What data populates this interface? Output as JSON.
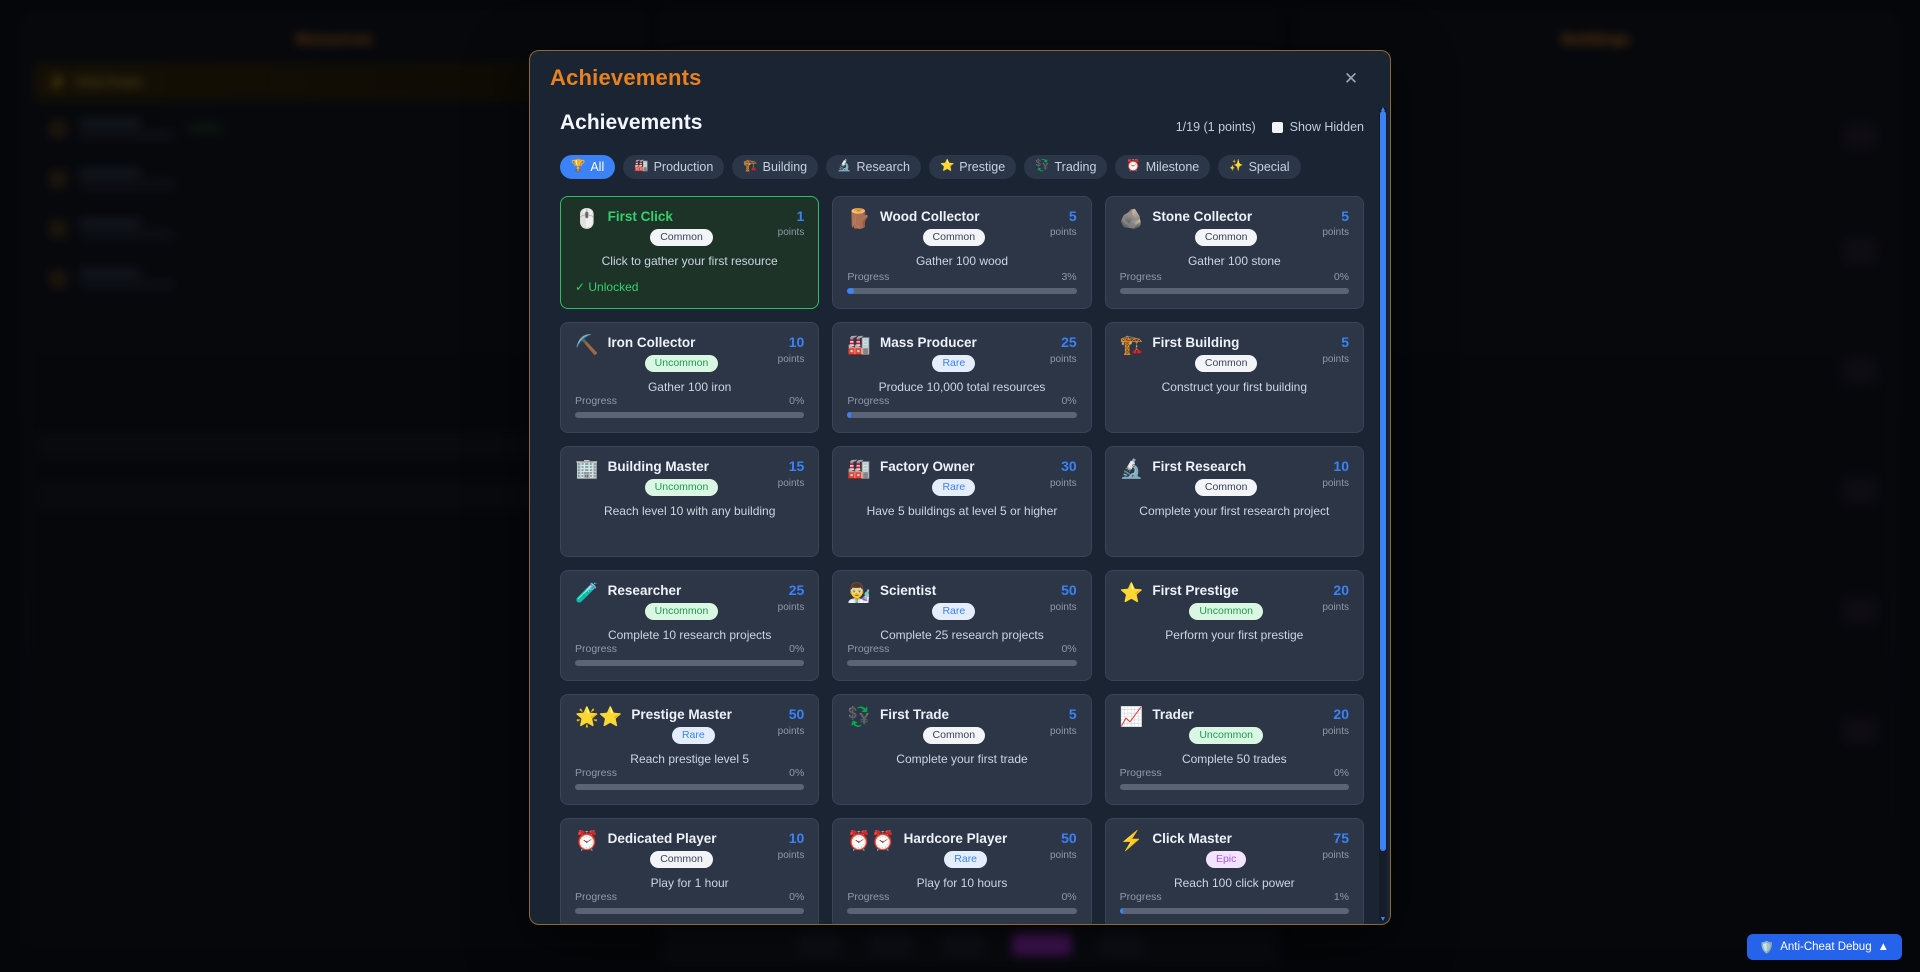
{
  "background": {
    "panels": [
      {
        "title": "Resources",
        "click_power_label": "Click Power"
      },
      {
        "title": ""
      },
      {
        "title": "Buildings"
      }
    ],
    "resources": [
      "Wood",
      "Stone",
      "Iron",
      "Copper"
    ]
  },
  "modal": {
    "title": "Achievements",
    "close_icon": "close-icon",
    "section_title": "Achievements",
    "stats_text": "1/19 (1 points)",
    "show_hidden_label": "Show Hidden",
    "show_hidden_checked": false
  },
  "filters": [
    {
      "id": "all",
      "label": "All",
      "icon": "🏆",
      "active": true
    },
    {
      "id": "production",
      "label": "Production",
      "icon": "🏭",
      "active": false
    },
    {
      "id": "building",
      "label": "Building",
      "icon": "🏗️",
      "active": false
    },
    {
      "id": "research",
      "label": "Research",
      "icon": "🔬",
      "active": false
    },
    {
      "id": "prestige",
      "label": "Prestige",
      "icon": "⭐",
      "active": false
    },
    {
      "id": "trading",
      "label": "Trading",
      "icon": "💱",
      "active": false
    },
    {
      "id": "milestone",
      "label": "Milestone",
      "icon": "⏰",
      "active": false
    },
    {
      "id": "special",
      "label": "Special",
      "icon": "✨",
      "active": false
    }
  ],
  "achievements": [
    {
      "name": "First Click",
      "icon": "🖱️",
      "rarity": "Common",
      "rarity_class": "r-common",
      "points": "1",
      "points_label": "points",
      "desc": "Click to gather your first resource",
      "unlocked": true,
      "unlocked_label": "✓ Unlocked",
      "has_progress": false
    },
    {
      "name": "Wood Collector",
      "icon": "🪵",
      "rarity": "Common",
      "rarity_class": "r-common",
      "points": "5",
      "points_label": "points",
      "desc": "Gather 100 wood",
      "unlocked": false,
      "has_progress": true,
      "progress_label": "Progress",
      "progress_pct": "3%",
      "progress_value": 3
    },
    {
      "name": "Stone Collector",
      "icon": "🪨",
      "rarity": "Common",
      "rarity_class": "r-common",
      "points": "5",
      "points_label": "points",
      "desc": "Gather 100 stone",
      "unlocked": false,
      "has_progress": true,
      "progress_label": "Progress",
      "progress_pct": "0%",
      "progress_value": 0
    },
    {
      "name": "Iron Collector",
      "icon": "⛏️",
      "rarity": "Uncommon",
      "rarity_class": "r-uncommon",
      "points": "10",
      "points_label": "points",
      "desc": "Gather 100 iron",
      "unlocked": false,
      "has_progress": true,
      "progress_label": "Progress",
      "progress_pct": "0%",
      "progress_value": 0
    },
    {
      "name": "Mass Producer",
      "icon": "🏭",
      "rarity": "Rare",
      "rarity_class": "r-rare",
      "points": "25",
      "points_label": "points",
      "desc": "Produce 10,000 total resources",
      "unlocked": false,
      "has_progress": true,
      "progress_label": "Progress",
      "progress_pct": "0%",
      "progress_value": 1
    },
    {
      "name": "First Building",
      "icon": "🏗️",
      "rarity": "Common",
      "rarity_class": "r-common",
      "points": "5",
      "points_label": "points",
      "desc": "Construct your first building",
      "unlocked": false,
      "has_progress": false
    },
    {
      "name": "Building Master",
      "icon": "🏢",
      "rarity": "Uncommon",
      "rarity_class": "r-uncommon",
      "points": "15",
      "points_label": "points",
      "desc": "Reach level 10 with any building",
      "unlocked": false,
      "has_progress": false
    },
    {
      "name": "Factory Owner",
      "icon": "🏭",
      "rarity": "Rare",
      "rarity_class": "r-rare",
      "points": "30",
      "points_label": "points",
      "desc": "Have 5 buildings at level 5 or higher",
      "unlocked": false,
      "has_progress": false
    },
    {
      "name": "First Research",
      "icon": "🔬",
      "rarity": "Common",
      "rarity_class": "r-common",
      "points": "10",
      "points_label": "points",
      "desc": "Complete your first research project",
      "unlocked": false,
      "has_progress": false
    },
    {
      "name": "Researcher",
      "icon": "🧪",
      "rarity": "Uncommon",
      "rarity_class": "r-uncommon",
      "points": "25",
      "points_label": "points",
      "desc": "Complete 10 research projects",
      "unlocked": false,
      "has_progress": true,
      "progress_label": "Progress",
      "progress_pct": "0%",
      "progress_value": 0
    },
    {
      "name": "Scientist",
      "icon": "👨‍🔬",
      "rarity": "Rare",
      "rarity_class": "r-rare",
      "points": "50",
      "points_label": "points",
      "desc": "Complete 25 research projects",
      "unlocked": false,
      "has_progress": true,
      "progress_label": "Progress",
      "progress_pct": "0%",
      "progress_value": 0
    },
    {
      "name": "First Prestige",
      "icon": "⭐",
      "rarity": "Uncommon",
      "rarity_class": "r-uncommon",
      "points": "20",
      "points_label": "points",
      "desc": "Perform your first prestige",
      "unlocked": false,
      "has_progress": false
    },
    {
      "name": "Prestige Master",
      "icon": "🌟⭐",
      "rarity": "Rare",
      "rarity_class": "r-rare",
      "points": "50",
      "points_label": "points",
      "desc": "Reach prestige level 5",
      "unlocked": false,
      "has_progress": true,
      "progress_label": "Progress",
      "progress_pct": "0%",
      "progress_value": 0
    },
    {
      "name": "First Trade",
      "icon": "💱",
      "rarity": "Common",
      "rarity_class": "r-common",
      "points": "5",
      "points_label": "points",
      "desc": "Complete your first trade",
      "unlocked": false,
      "has_progress": false
    },
    {
      "name": "Trader",
      "icon": "📈",
      "rarity": "Uncommon",
      "rarity_class": "r-uncommon",
      "points": "20",
      "points_label": "points",
      "desc": "Complete 50 trades",
      "unlocked": false,
      "has_progress": true,
      "progress_label": "Progress",
      "progress_pct": "0%",
      "progress_value": 0
    },
    {
      "name": "Dedicated Player",
      "icon": "⏰",
      "rarity": "Common",
      "rarity_class": "r-common",
      "points": "10",
      "points_label": "points",
      "desc": "Play for 1 hour",
      "unlocked": false,
      "has_progress": true,
      "progress_label": "Progress",
      "progress_pct": "0%",
      "progress_value": 0
    },
    {
      "name": "Hardcore Player",
      "icon": "⏰⏰",
      "rarity": "Rare",
      "rarity_class": "r-rare",
      "points": "50",
      "points_label": "points",
      "desc": "Play for 10 hours",
      "unlocked": false,
      "has_progress": true,
      "progress_label": "Progress",
      "progress_pct": "0%",
      "progress_value": 0
    },
    {
      "name": "Click Master",
      "icon": "⚡",
      "rarity": "Epic",
      "rarity_class": "r-epic",
      "points": "75",
      "points_label": "points",
      "desc": "Reach 100 click power",
      "unlocked": false,
      "has_progress": true,
      "progress_label": "Progress",
      "progress_pct": "1%",
      "progress_value": 1
    }
  ],
  "anticheat": {
    "icon": "🛡️",
    "label": "Anti-Cheat Debug",
    "caret": "▲"
  },
  "colors": {
    "accent_orange": "#e8821f",
    "accent_blue": "#3b82f6",
    "unlocked_green": "#36d06b",
    "modal_bg": "#1b2433",
    "card_bg": "#2c3647"
  }
}
